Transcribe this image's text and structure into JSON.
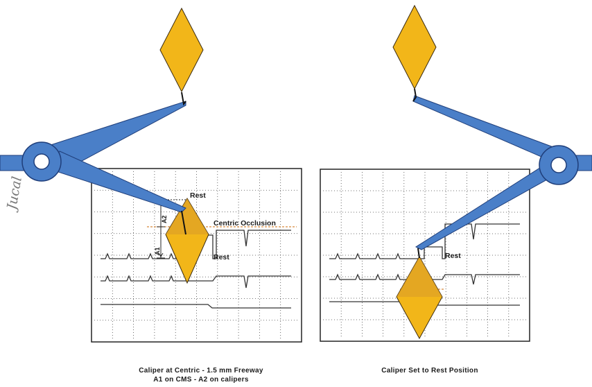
{
  "colors": {
    "diamond": "#F2B619",
    "diamond_dark": "#D08A1A",
    "caliper": "#4A7FC8",
    "caliper_outline": "#1F3E7A",
    "trace": "#333333",
    "centric_line": "#D8893A",
    "grid_dot": "#444444"
  },
  "left_panel": {
    "label_rest_top": "Rest",
    "label_a2": "A2",
    "label_a1": "A1",
    "label_centric": "Centric Occlusion",
    "label_rest_mid": "Rest",
    "caption_line1": "Caliper at Centric - 1.5 mm Freeway",
    "caption_line2": "A1 on CMS - A2 on calipers"
  },
  "right_panel": {
    "label_rest": "Rest",
    "caption_line1": "Caliper Set to Rest Position"
  },
  "signature": "Jucal",
  "icons": {
    "diamond": "diamond-marker-icon",
    "pivot": "caliper-pivot-icon"
  }
}
